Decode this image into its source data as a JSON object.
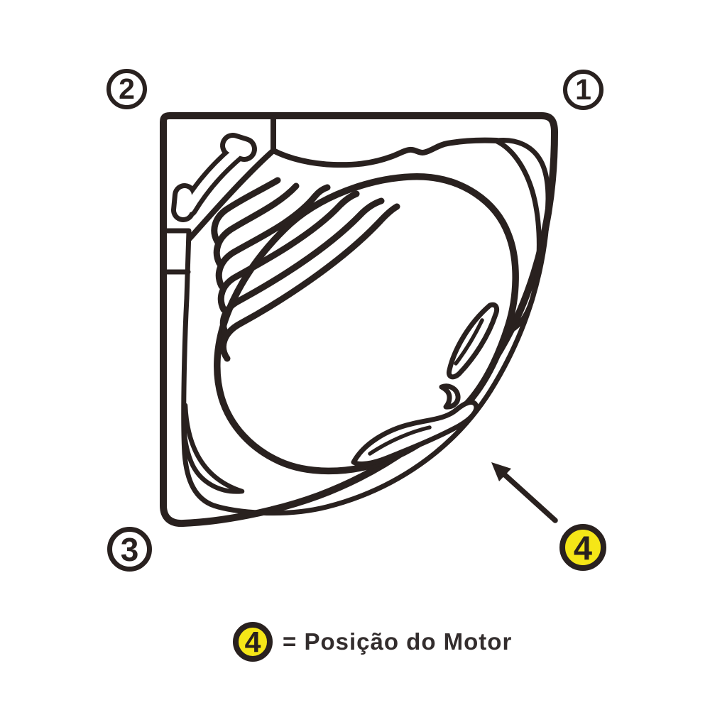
{
  "diagram": {
    "description": "corner-bathtub-top-view-motor-position",
    "markers": [
      {
        "id": "corner-1",
        "label": "1",
        "style": "outline"
      },
      {
        "id": "corner-2",
        "label": "2",
        "style": "outline"
      },
      {
        "id": "corner-3",
        "label": "3",
        "style": "outline"
      },
      {
        "id": "motor-position",
        "label": "4",
        "style": "filled-yellow"
      }
    ],
    "legend": {
      "symbol": "4",
      "text": "= Posição do Motor"
    }
  },
  "colors": {
    "ink": "#29211f",
    "accent_yellow": "#f5e617",
    "legend_text": "#332d2d",
    "background": "#ffffff"
  }
}
